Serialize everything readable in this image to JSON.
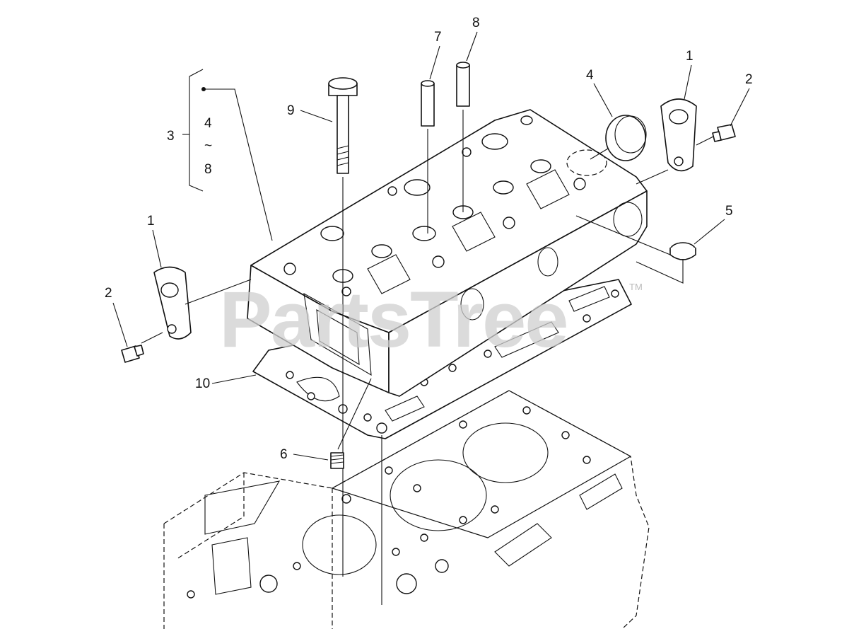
{
  "watermark": {
    "text": "PartsTree",
    "trademark": "TM"
  },
  "callouts": [
    {
      "id": "c-1-right",
      "text": "1"
    },
    {
      "id": "c-2-right",
      "text": "2"
    },
    {
      "id": "c-4-top",
      "text": "4"
    },
    {
      "id": "c-5",
      "text": "5"
    },
    {
      "id": "c-7",
      "text": "7"
    },
    {
      "id": "c-8",
      "text": "8"
    },
    {
      "id": "c-9",
      "text": "9"
    },
    {
      "id": "c-3",
      "text": "3"
    },
    {
      "id": "c-1-left",
      "text": "1"
    },
    {
      "id": "c-2-left",
      "text": "2"
    },
    {
      "id": "c-10",
      "text": "10"
    },
    {
      "id": "c-6",
      "text": "6"
    }
  ],
  "kit_range": {
    "from": "4",
    "symbol": "~",
    "to": "8"
  }
}
